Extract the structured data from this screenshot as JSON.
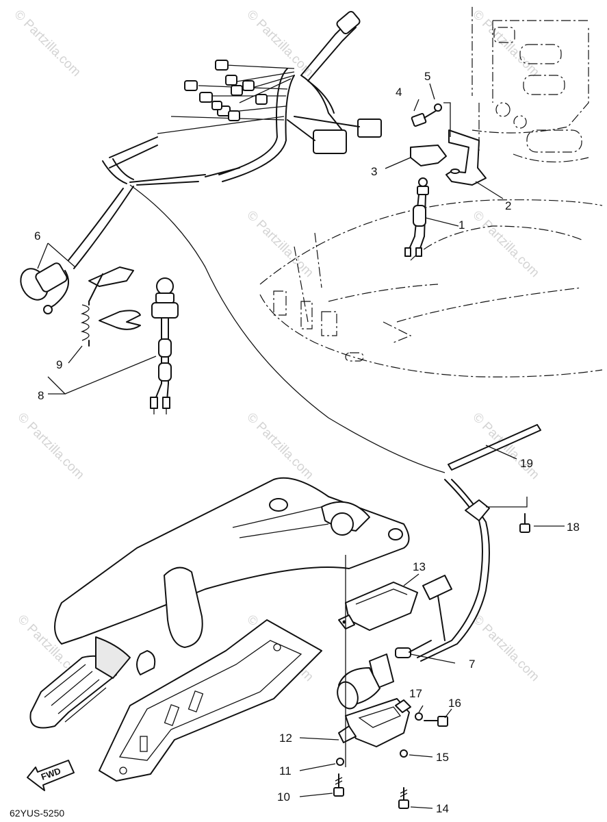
{
  "diagram_code": "62YUS-5250",
  "direction_label": "FWD",
  "watermark": "© Partzilla.com",
  "callouts": [
    "1",
    "2",
    "3",
    "4",
    "5",
    "6",
    "7",
    "8",
    "9",
    "10",
    "11",
    "12",
    "13",
    "14",
    "15",
    "16",
    "17",
    "18",
    "19"
  ]
}
